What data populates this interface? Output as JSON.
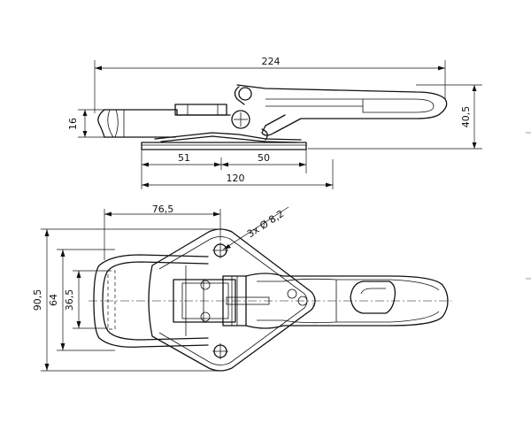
{
  "dimensions": {
    "side_overall_length": "224",
    "side_total_height": "40,5",
    "side_body_height": "16",
    "side_base_left": "51",
    "side_base_right": "50",
    "side_base_length": "120",
    "top_hook_offset": "76,5",
    "top_hole_spec": "3x Ø 8,2",
    "top_total_height": "90,5",
    "top_hook_height": "64",
    "top_hole_spacing": "36,5"
  },
  "colors": {
    "line": "#111111",
    "background": "#ffffff"
  },
  "icons": {
    "hole": "circle-hole",
    "pin": "cross-center"
  }
}
